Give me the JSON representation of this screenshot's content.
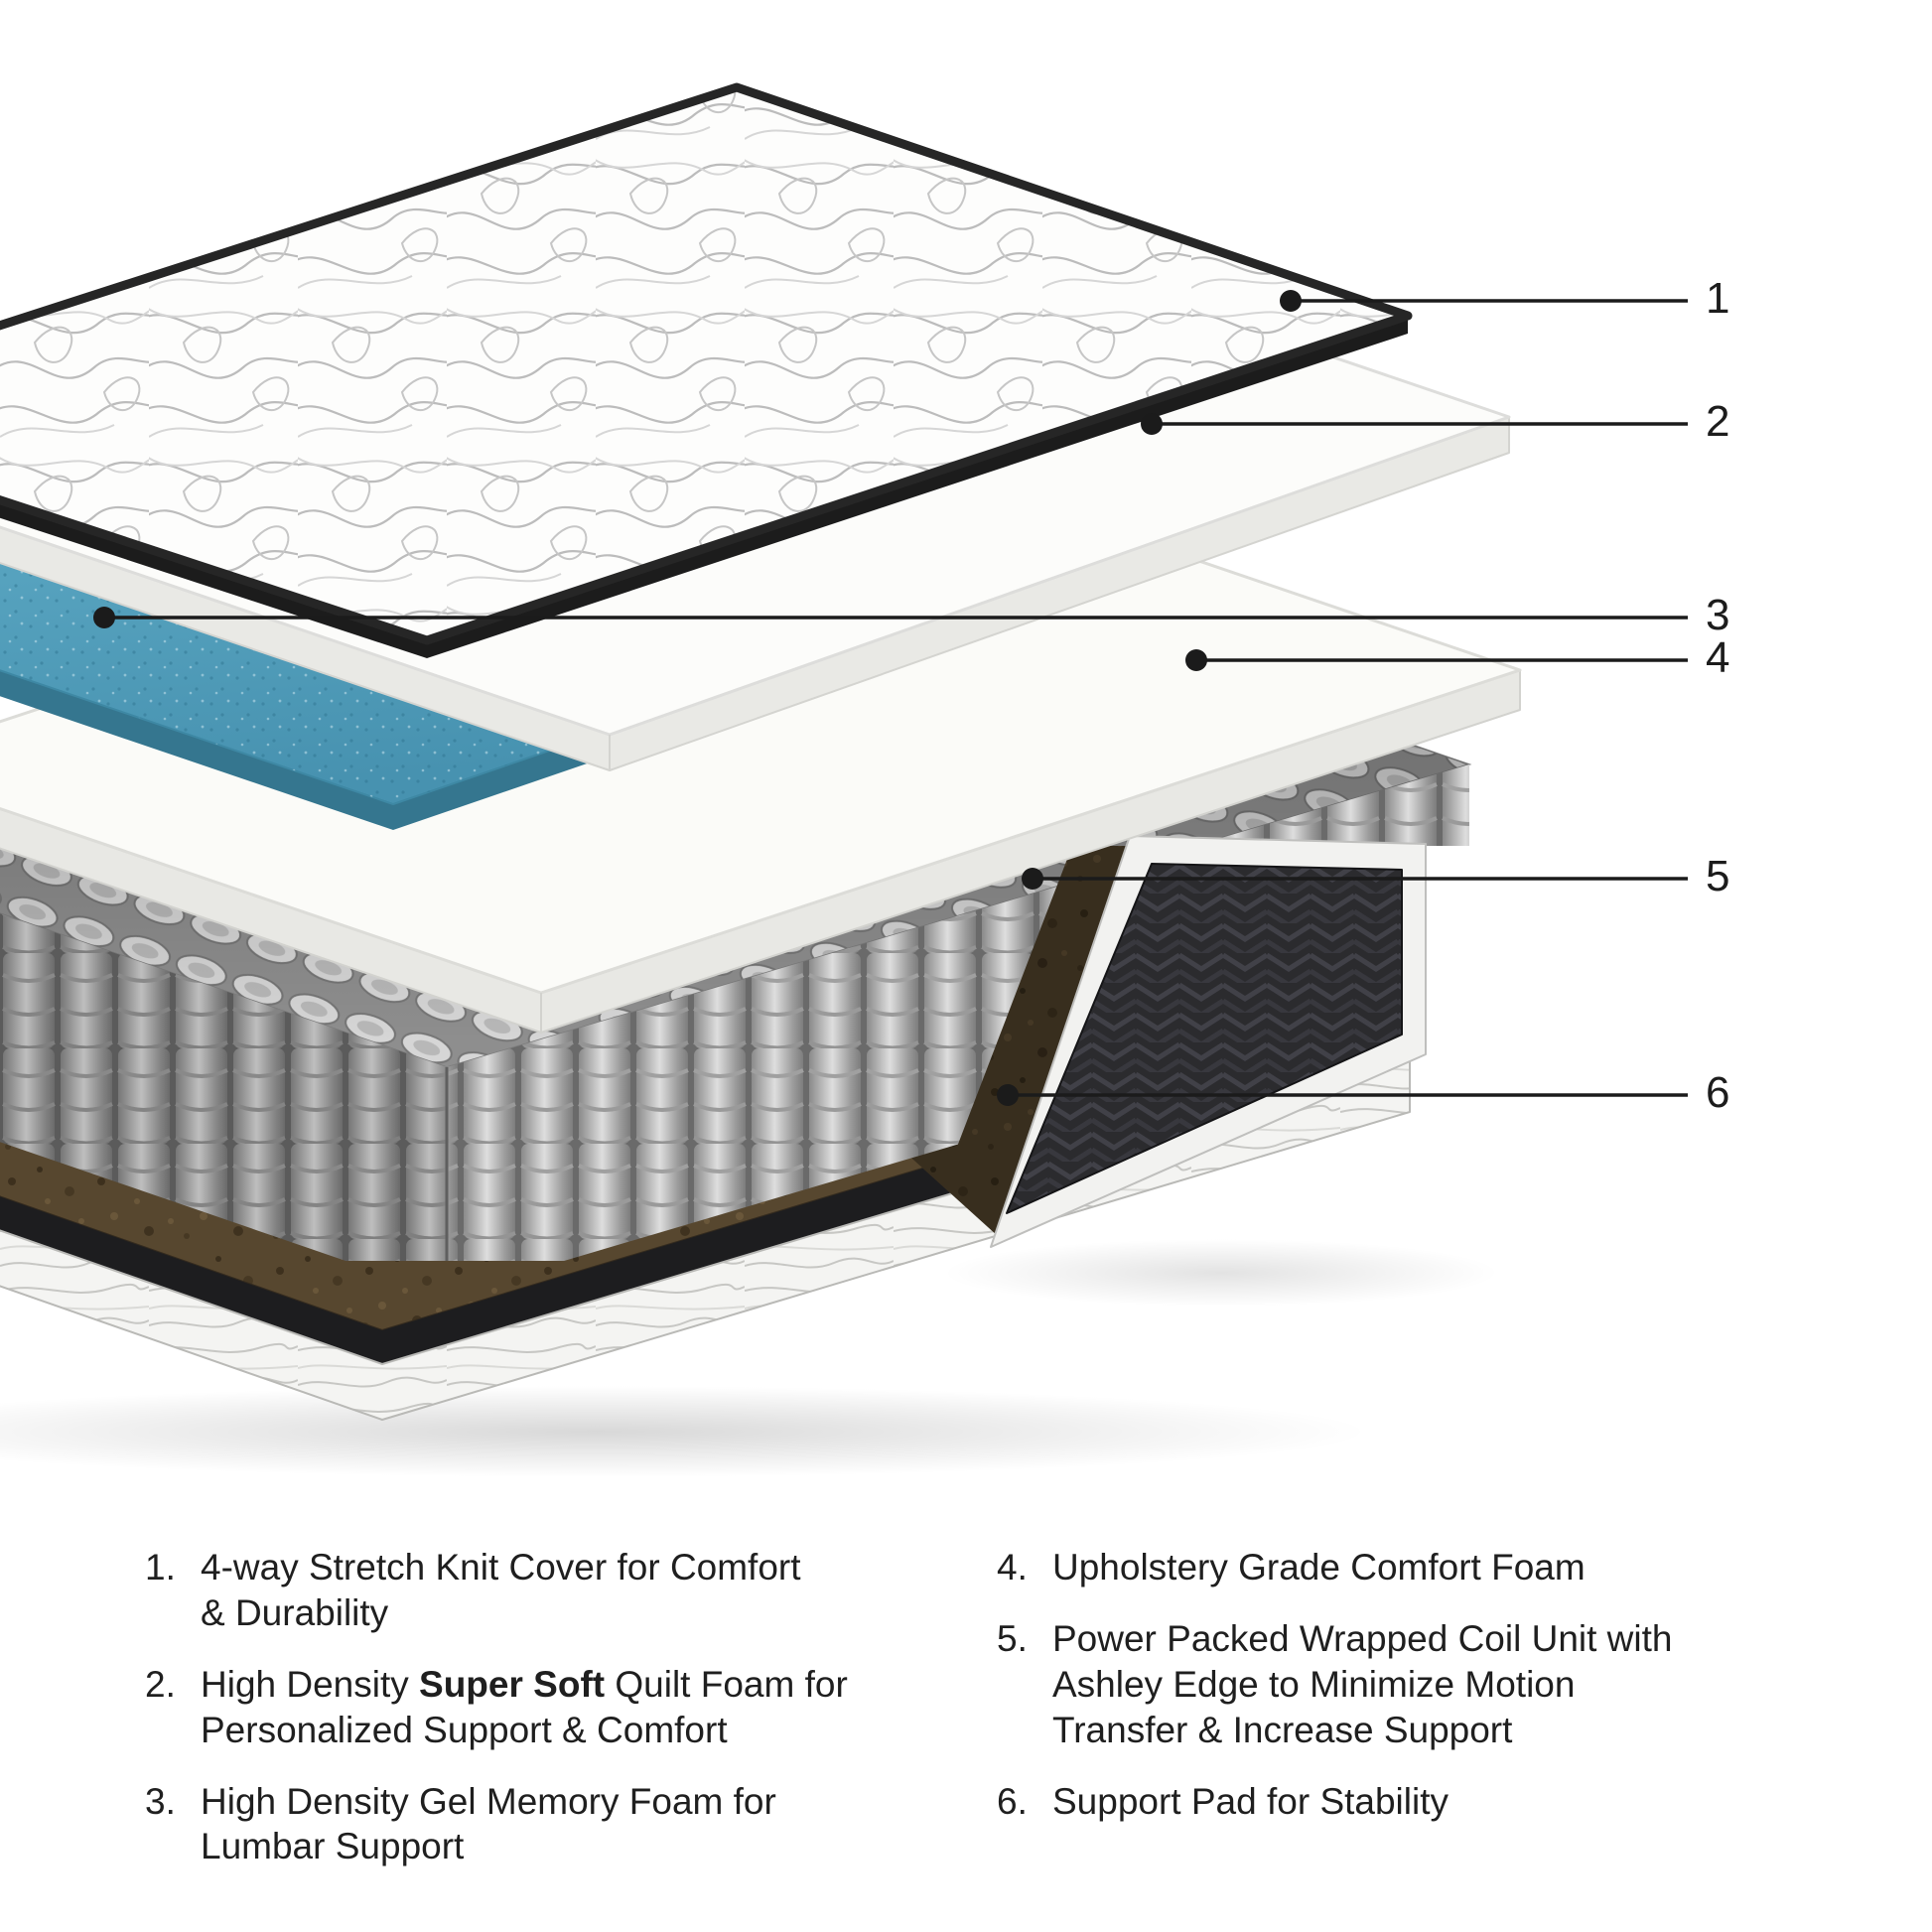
{
  "figure": {
    "title": "Mattress exploded layer diagram",
    "callouts": [
      {
        "label": "1"
      },
      {
        "label": "2"
      },
      {
        "label": "3"
      },
      {
        "label": "4"
      },
      {
        "label": "5"
      },
      {
        "label": "6"
      }
    ]
  },
  "legend": {
    "items": [
      {
        "num": "1.",
        "text": "4-way Stretch Knit Cover for Comfort\n& Durability"
      },
      {
        "num": "2.",
        "text_prefix": "High Density ",
        "text_bold": "Super Soft",
        "text_suffix": " Quilt Foam for\nPersonalized Support & Comfort"
      },
      {
        "num": "3.",
        "text": "High Density Gel Memory Foam for\nLumbar Support"
      },
      {
        "num": "4.",
        "text": "Upholstery Grade Comfort Foam"
      },
      {
        "num": "5.",
        "text": "Power Packed Wrapped Coil Unit with\nAshley Edge to Minimize Motion\nTransfer & Increase Support"
      },
      {
        "num": "6.",
        "text": "Support Pad for Stability"
      }
    ]
  },
  "colors": {
    "gel_foam_blue": "#57a3bf",
    "foam_white": "#fbfbf8",
    "coil_gray": "#c9c9c9",
    "support_pad_brown": "#57472f",
    "edge_fabric_dark": "#2b2b2e",
    "cover_binding_black": "#1c1c1c",
    "text": "#1f1f1f"
  }
}
